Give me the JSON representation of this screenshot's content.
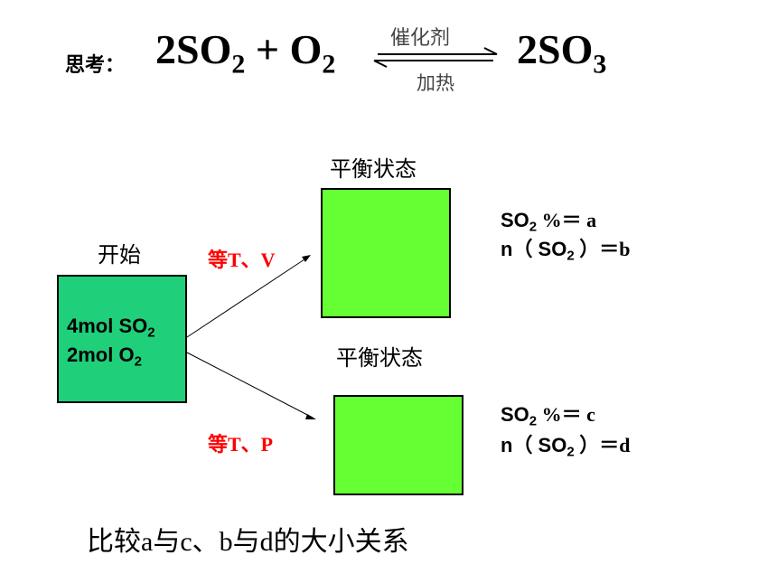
{
  "header": {
    "think_label": "思考：",
    "reactant_coef_1": "2SO",
    "reactant_sub_1": "2",
    "plus": " + O",
    "reactant_sub_2": "2",
    "catalyst": "催化剂",
    "heat": "加热",
    "product_coef": "2SO",
    "product_sub": "3"
  },
  "start": {
    "label": "开始",
    "line1_text": "4mol SO",
    "line1_sub": "2",
    "line2_text": "2mol O",
    "line2_sub": "2"
  },
  "branch_top": {
    "condition": "等T、V",
    "state_label": "平衡状态",
    "result1_a": "SO",
    "result1_sub": "2",
    "result1_b": " %＝ a",
    "result2_a": "n（ SO",
    "result2_sub": "2",
    "result2_b": " ）＝b"
  },
  "branch_bottom": {
    "condition": "等T、P",
    "state_label": "平衡状态",
    "result1_a": "SO",
    "result1_sub": "2",
    "result1_b": " %＝ c",
    "result2_a": "n（ SO",
    "result2_sub": "2",
    "result2_b": " ）＝d"
  },
  "question": "比较a与c、b与d的大小关系",
  "colors": {
    "start_box": "#1fcf7a",
    "equilibrium_box": "#66ff33",
    "condition_text": "#ff0000"
  }
}
